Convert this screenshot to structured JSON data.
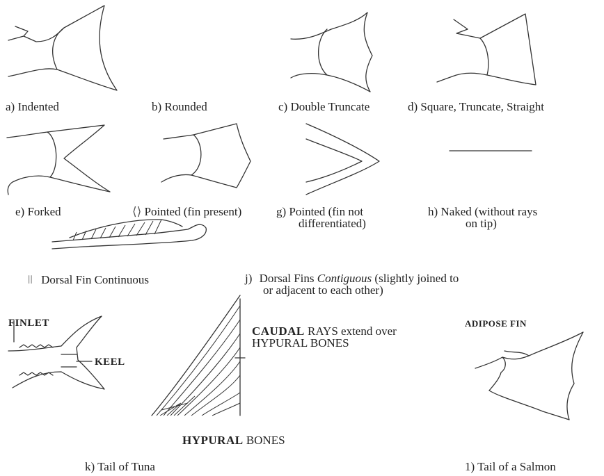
{
  "labels": {
    "a": "a) Indented",
    "b": "b)  Rounded",
    "c": "c) Double Truncate",
    "d": "d) Square, Truncate, Straight",
    "e": "e)  Forked",
    "f": "Pointed (fin present)",
    "g_line1": "g) Pointed (fin not",
    "g_line2": "differentiated)",
    "h_line1": "h) Naked (without rays",
    "h_line2": "on tip)",
    "i": "Dorsal Fin Continuous",
    "j_prefix": "j)",
    "j_line1_a": "Dorsal Fins",
    "j_line1_italic": "Contiguous",
    "j_line1_b": "(slightly joined to",
    "j_line2": "or adjacent to each other)",
    "k": "k)  Tail of Tuna",
    "l": "1) Tail of a Salmon"
  },
  "annotations": {
    "finlet": "FINLET",
    "keel": "KEEL",
    "caudal_bold": "CAUDAL",
    "caudal_rest": "RAYS extend over",
    "caudal_line2": "HYPURAL BONES",
    "hypural_bold": "HYPURAL",
    "hypural_rest": "BONES",
    "adipose": "ADIPOSE FIN"
  }
}
